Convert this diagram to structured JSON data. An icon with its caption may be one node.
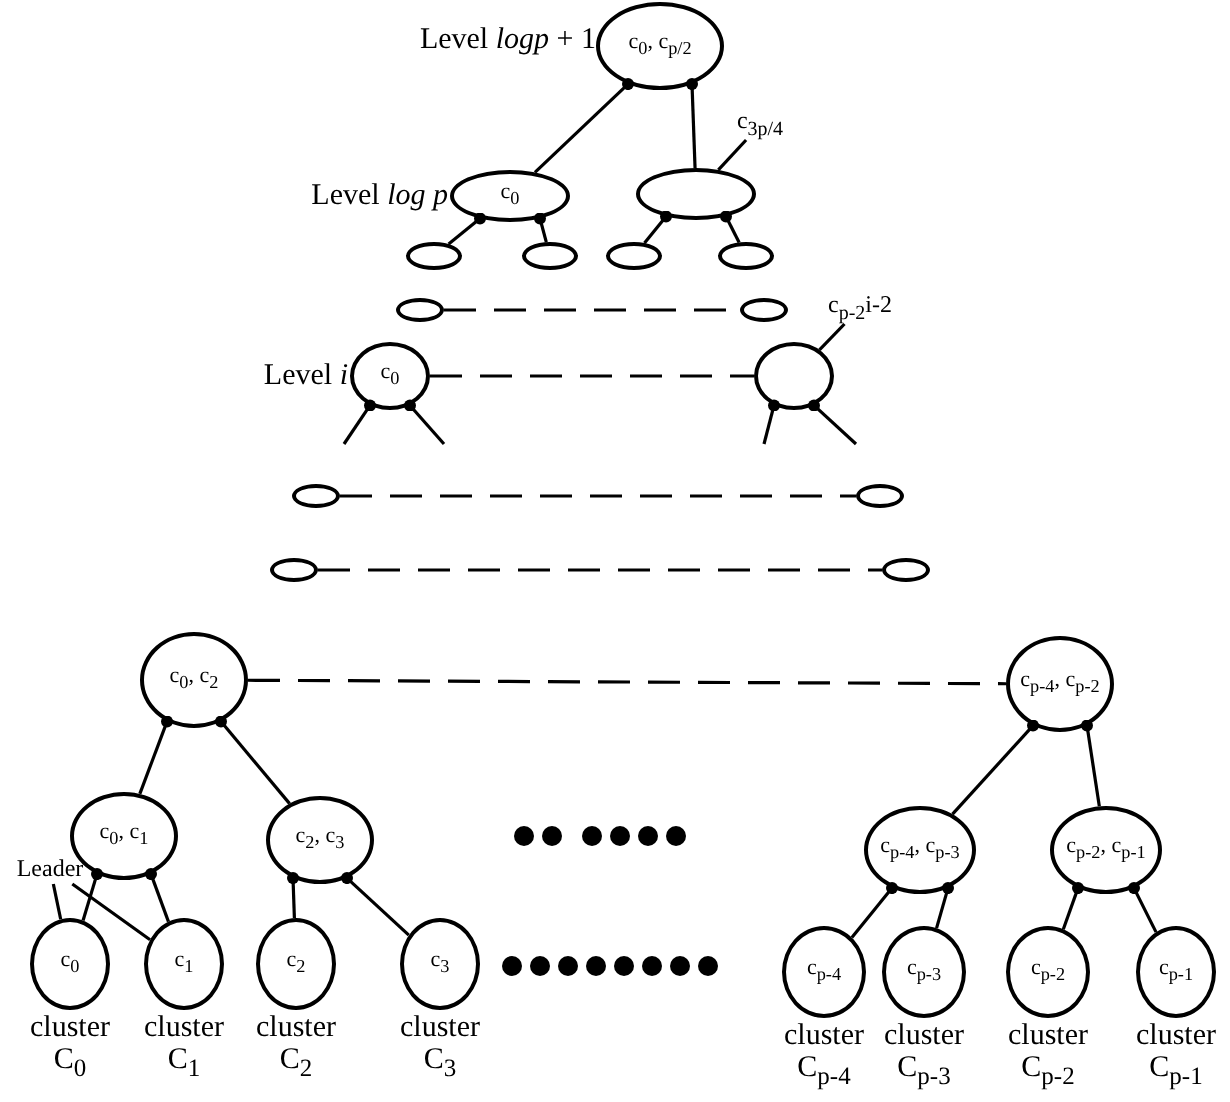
{
  "diagram": {
    "nodes": [
      {
        "text": [
          "c$_{0}$, c$_{p/2}$"
        ],
        "beside": [
          "Level *logp* + 1"
        ]
      },
      {
        "text": [
          "c$_{0}$"
        ],
        "beside": [
          "Level *log p*"
        ]
      },
      {
        "text": [],
        "shape": "ellipse"
      },
      {
        "text": [],
        "shape": "ellipse"
      },
      {
        "text": [],
        "shape": "ellipse"
      },
      {
        "text": [],
        "shape": "ellipse"
      },
      {
        "text": [],
        "shape": "ellipse"
      },
      {
        "text": [],
        "shape": "ellipse"
      },
      {
        "text": [],
        "shape": "ellipse"
      },
      {
        "text": [
          "c$_{0}$"
        ],
        "beside": [
          "Level *i*"
        ]
      },
      {
        "text": [],
        "shape": "ellipse"
      },
      {
        "text": [],
        "shape": "ellipse"
      },
      {
        "text": [],
        "shape": "ellipse"
      },
      {
        "text": [],
        "shape": "ellipse"
      },
      {
        "text": [],
        "shape": "ellipse"
      },
      {
        "text": [
          "c$_{0}$, c$_{2}$"
        ]
      },
      {
        "text": [
          "c$_{p-4}$, c$_{p-2}$"
        ]
      },
      {
        "text": [
          "c$_{0}$, c$_{1}$"
        ]
      },
      {
        "text": [
          "c$_{2}$, c$_{3}$"
        ]
      },
      {
        "text": [
          "c$_{p-4}$, c$_{p-3}$"
        ]
      },
      {
        "text": [
          "c$_{p-2}$, c$_{p-1}$"
        ]
      },
      {
        "text": [
          "c$_{0}$"
        ],
        "beside": [
          "cluster C$_{0}$"
        ]
      },
      {
        "text": [
          "c$_{1}$"
        ],
        "beside": [
          "cluster C$_{1}$"
        ]
      },
      {
        "text": [
          "c$_{2}$"
        ],
        "beside": [
          "cluster C$_{2}$"
        ]
      },
      {
        "text": [
          "c$_{3}$"
        ],
        "beside": [
          "cluster C$_{3}$"
        ]
      },
      {
        "text": [
          "c$_{p-4}$"
        ],
        "beside": [
          "cluster C$_{p-4}$"
        ]
      },
      {
        "text": [
          "c$_{p-3}$"
        ],
        "beside": [
          "cluster C$_{p-3}$"
        ]
      },
      {
        "text": [
          "c$_{p-2}$"
        ],
        "beside": [
          "cluster C$_{p-2}$"
        ]
      },
      {
        "text": [
          "c$_{p-1}$"
        ],
        "beside": [
          "cluster C$_{p-1}$"
        ]
      },
      {
        "text": [
          "c$_{3p/4}$"
        ]
      },
      {
        "text": [
          "c$_{p-2}$i-2"
        ]
      },
      {
        "text": [
          "Leader"
        ]
      }
    ],
    "edges": [
      {
        "from": 0,
        "to": 1,
        "arrow": "other"
      },
      {
        "from": 0,
        "to": 2,
        "arrow": "other"
      },
      {
        "from": 1,
        "to": 3,
        "arrow": "other"
      },
      {
        "from": 1,
        "to": 4,
        "arrow": "other"
      },
      {
        "from": 2,
        "to": 5,
        "arrow": "other"
      },
      {
        "from": 2,
        "to": 6,
        "arrow": "other"
      },
      {
        "from": 29,
        "to": 2,
        "arrow": "none"
      },
      {
        "from": 7,
        "to": 8,
        "arrow": "none",
        "style": "dashed"
      },
      {
        "from": 9,
        "to": null,
        "arrow": "other"
      },
      {
        "from": 9,
        "to": null,
        "arrow": "other"
      },
      {
        "from": 10,
        "to": null,
        "arrow": "other"
      },
      {
        "from": 10,
        "to": null,
        "arrow": "other"
      },
      {
        "from": 9,
        "to": 10,
        "arrow": "none",
        "style": "dashed"
      },
      {
        "from": 30,
        "to": 10,
        "arrow": "none"
      },
      {
        "from": 11,
        "to": 12,
        "arrow": "none",
        "style": "dashed"
      },
      {
        "from": 13,
        "to": 14,
        "arrow": "none",
        "style": "dashed"
      },
      {
        "from": 15,
        "to": 16,
        "arrow": "none",
        "style": "dashed"
      },
      {
        "from": 15,
        "to": 17,
        "arrow": "other"
      },
      {
        "from": 15,
        "to": 18,
        "arrow": "other"
      },
      {
        "from": 16,
        "to": 19,
        "arrow": "other"
      },
      {
        "from": 16,
        "to": 20,
        "arrow": "other"
      },
      {
        "from": 17,
        "to": 21,
        "arrow": "other"
      },
      {
        "from": 17,
        "to": 22,
        "arrow": "other"
      },
      {
        "from": 18,
        "to": 23,
        "arrow": "other"
      },
      {
        "from": 18,
        "to": 24,
        "arrow": "other"
      },
      {
        "from": 19,
        "to": 25,
        "arrow": "other"
      },
      {
        "from": 19,
        "to": 26,
        "arrow": "other"
      },
      {
        "from": 20,
        "to": 27,
        "arrow": "other"
      },
      {
        "from": 20,
        "to": 28,
        "arrow": "other"
      },
      {
        "from": 31,
        "to": 21,
        "arrow": "none"
      },
      {
        "from": 31,
        "to": 22,
        "arrow": "none"
      }
    ]
  }
}
